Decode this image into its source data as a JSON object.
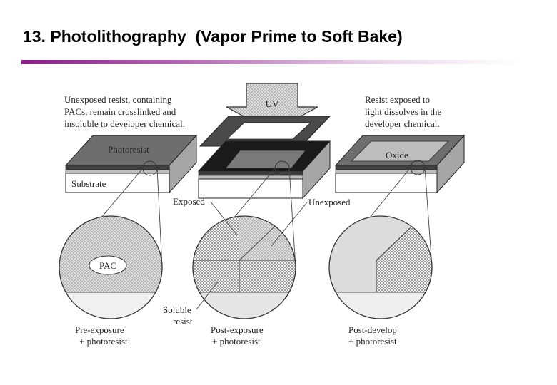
{
  "slide": {
    "title": "13. Photolithography  (Vapor Prime to Soft Bake)"
  },
  "diagram": {
    "uv_label": "UV",
    "left_note": [
      "Unexposed resist, containing",
      "PACs, remain crosslinked and",
      "insoluble to developer chemical."
    ],
    "right_note": [
      "Resist exposed to",
      "light dissolves in the",
      "developer chemical."
    ],
    "photoresist_label": "Photoresist",
    "substrate_label": "Substrate",
    "oxide_label": "Oxide",
    "exposed_label": "Exposed",
    "unexposed_label": "Unexposed",
    "pac_label": "PAC",
    "soluble_resist_label": [
      "Soluble",
      "resist"
    ],
    "captions": [
      [
        "Pre-exposure",
        "+ photoresist"
      ],
      [
        "Post-exposure",
        "+ photoresist"
      ],
      [
        "Post-develop",
        "+ photoresist"
      ]
    ]
  },
  "colors": {
    "accent": "#8a1e8a",
    "photoresist": "#6e6e6e",
    "exposed_dark": "#1a1a1a",
    "oxide": "#bdbdbd"
  }
}
